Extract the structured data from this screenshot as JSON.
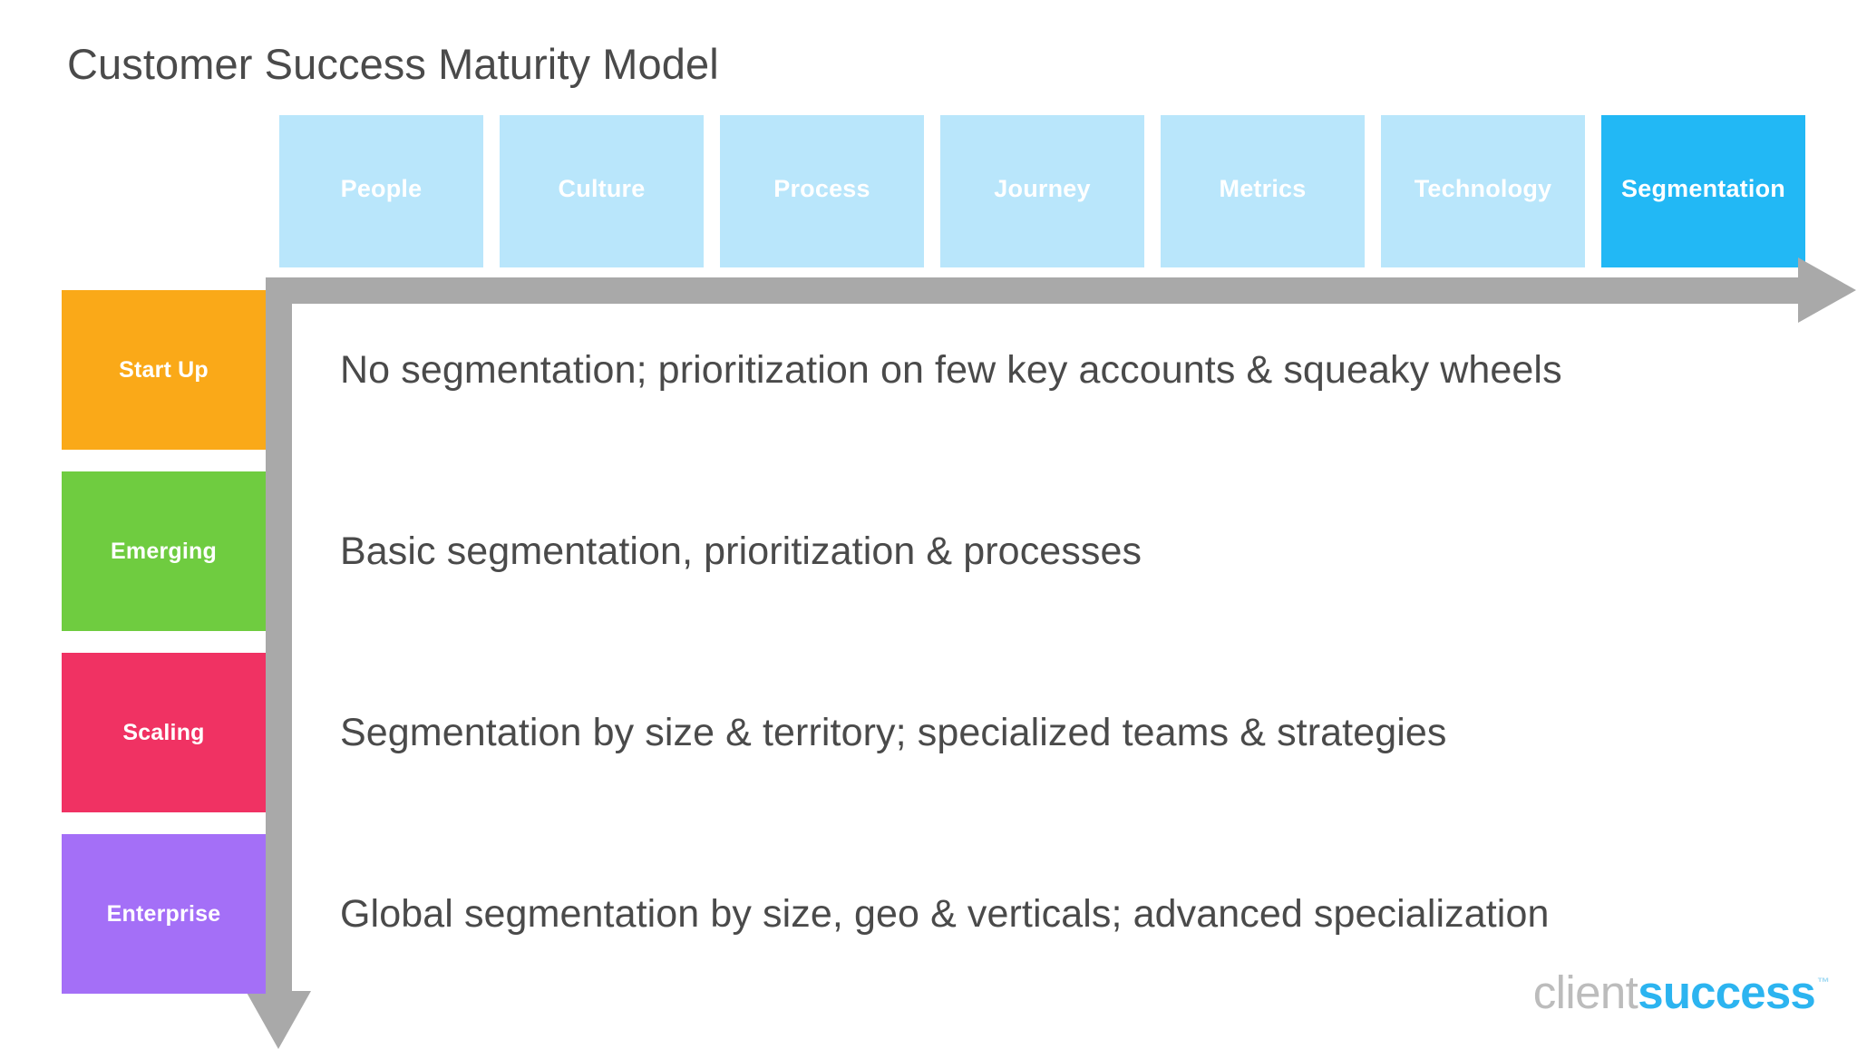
{
  "page": {
    "title": "Customer Success Maturity Model",
    "background_color": "#ffffff",
    "text_color": "#4a4a4a"
  },
  "pillars": {
    "active_index": 6,
    "inactive_color": "#b9e6fb",
    "active_color": "#22b8f5",
    "items": [
      {
        "label": "People"
      },
      {
        "label": "Culture"
      },
      {
        "label": "Process"
      },
      {
        "label": "Journey"
      },
      {
        "label": "Metrics"
      },
      {
        "label": "Technology"
      },
      {
        "label": "Segmentation"
      }
    ]
  },
  "arrow": {
    "color": "#a9a9a9",
    "horizontal_direction": "right",
    "vertical_direction": "down"
  },
  "stages": [
    {
      "label": "Start Up",
      "color": "#faa918",
      "description": "No segmentation; prioritization on few key accounts & squeaky wheels"
    },
    {
      "label": "Emerging",
      "color": "#6fcc40",
      "description": "Basic segmentation, prioritization & processes"
    },
    {
      "label": "Scaling",
      "color": "#f03263",
      "description": "Segmentation by size & territory; specialized teams & strategies"
    },
    {
      "label": "Enterprise",
      "color": "#a46ff7",
      "description": "Global segmentation by size, geo & verticals; advanced specialization"
    }
  ],
  "logo": {
    "first_word": "client",
    "second_word": "success",
    "trademark": "™",
    "first_word_color": "#bcbcbc",
    "second_word_color": "#2cb4f0"
  }
}
